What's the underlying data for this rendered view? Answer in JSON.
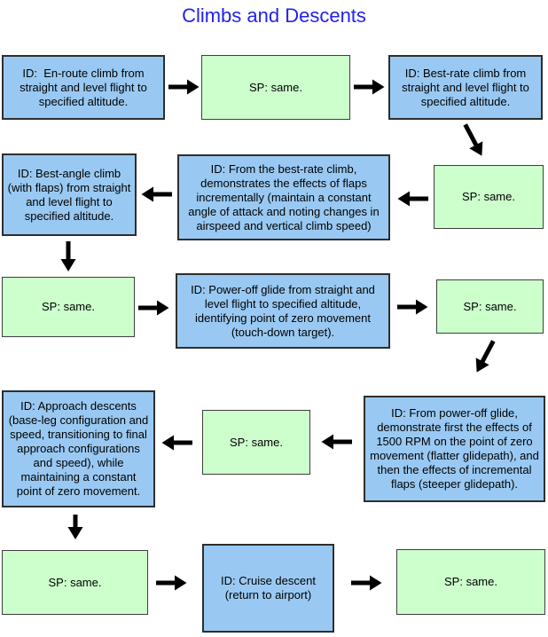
{
  "title": "Climbs and Descents",
  "colors": {
    "title_text": "#2222ee",
    "id_box_fill": "#99c9f2",
    "sp_box_fill": "#ccffcc",
    "box_border": "#2e2e2e",
    "arrow": "#000000",
    "background": "#ffffff"
  },
  "boxes": [
    {
      "key": "box-1",
      "kind": "id",
      "text": "ID:  En-route climb from straight and level flight to specified altitude."
    },
    {
      "key": "box-2",
      "kind": "sp",
      "text": "SP: same."
    },
    {
      "key": "box-3",
      "kind": "id",
      "text": "ID: Best-rate climb from straight and level flight to specified altitude."
    },
    {
      "key": "box-4",
      "kind": "id",
      "text": "ID: Best-angle climb (with flaps) from straight and level flight to specified altitude."
    },
    {
      "key": "box-5",
      "kind": "id",
      "text": "ID: From the best-rate climb, demonstrates the effects of flaps incrementally (maintain a constant angle of attack and noting changes in airspeed and vertical climb speed)"
    },
    {
      "key": "box-6",
      "kind": "sp",
      "text": "SP: same."
    },
    {
      "key": "box-7",
      "kind": "sp",
      "text": "SP: same."
    },
    {
      "key": "box-8",
      "kind": "id",
      "text": "ID: Power-off glide from straight and level flight to specified altitude, identifying point of zero movement (touch-down target)."
    },
    {
      "key": "box-9",
      "kind": "sp",
      "text": "SP: same."
    },
    {
      "key": "box-10",
      "kind": "id",
      "text": "ID: Approach descents (base-leg configuration and speed, transitioning to final approach configurations and speed), while maintaining a constant point of zero movement."
    },
    {
      "key": "box-11",
      "kind": "sp",
      "text": "SP: same."
    },
    {
      "key": "box-12",
      "kind": "id",
      "text": "ID: From power-off glide, demonstrate first the effects of 1500 RPM on the point of zero movement (flatter glidepath), and then the effects of incremental flaps (steeper glidepath)."
    },
    {
      "key": "box-13",
      "kind": "sp",
      "text": "SP: same."
    },
    {
      "key": "box-14",
      "kind": "id",
      "text": "ID: Cruise descent (return to airport)"
    },
    {
      "key": "box-15",
      "kind": "sp",
      "text": "SP: same."
    }
  ],
  "arrows": [
    {
      "direction": "right",
      "from": "box-1",
      "to": "box-2"
    },
    {
      "direction": "right",
      "from": "box-2",
      "to": "box-3"
    },
    {
      "direction": "down-right",
      "from": "box-3",
      "to": "box-6"
    },
    {
      "direction": "left",
      "from": "box-6",
      "to": "box-5"
    },
    {
      "direction": "left",
      "from": "box-5",
      "to": "box-4"
    },
    {
      "direction": "down",
      "from": "box-4",
      "to": "box-7"
    },
    {
      "direction": "right",
      "from": "box-7",
      "to": "box-8"
    },
    {
      "direction": "right",
      "from": "box-8",
      "to": "box-9"
    },
    {
      "direction": "down-left",
      "from": "box-9",
      "to": "box-12"
    },
    {
      "direction": "left",
      "from": "box-12",
      "to": "box-11"
    },
    {
      "direction": "left",
      "from": "box-11",
      "to": "box-10"
    },
    {
      "direction": "down",
      "from": "box-10",
      "to": "box-13"
    },
    {
      "direction": "right",
      "from": "box-13",
      "to": "box-14"
    },
    {
      "direction": "right",
      "from": "box-14",
      "to": "box-15"
    }
  ]
}
